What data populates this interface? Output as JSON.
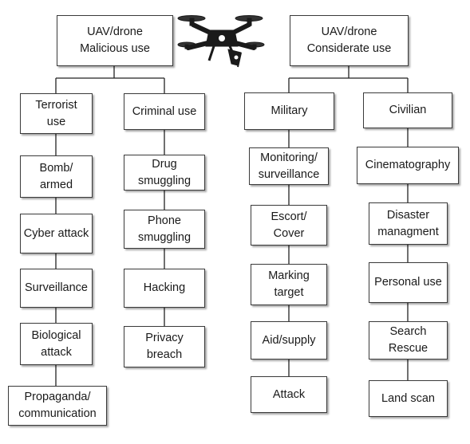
{
  "top": {
    "malicious": "UAV/drone\nMalicious use",
    "considerate": "UAV/drone\nConsiderate use"
  },
  "malicious": {
    "terrorist": {
      "label": "Terrorist\nuse",
      "items": [
        "Bomb/\narmed",
        "Cyber attack",
        "Surveillance",
        "Biological\nattack",
        "Propaganda/\ncommunication"
      ]
    },
    "criminal": {
      "label": "Criminal use",
      "items": [
        "Drug\nsmuggling",
        "Phone\nsmuggling",
        "Hacking",
        "Privacy\nbreach"
      ]
    }
  },
  "considerate": {
    "military": {
      "label": "Military",
      "items": [
        "Monitoring/\nsurveillance",
        "Escort/\nCover",
        "Marking\ntarget",
        "Aid/supply",
        "Attack"
      ]
    },
    "civilian": {
      "label": "Civilian",
      "items": [
        "Cinematography",
        "Disaster\nmanagment",
        "Personal use",
        "Search\nRescue",
        "Land scan"
      ]
    }
  },
  "colors": {
    "border": "#3a3a3a",
    "line": "#222222",
    "text": "#1a1a1a",
    "drone": "#1a1a1a"
  },
  "icon": "drone-icon"
}
